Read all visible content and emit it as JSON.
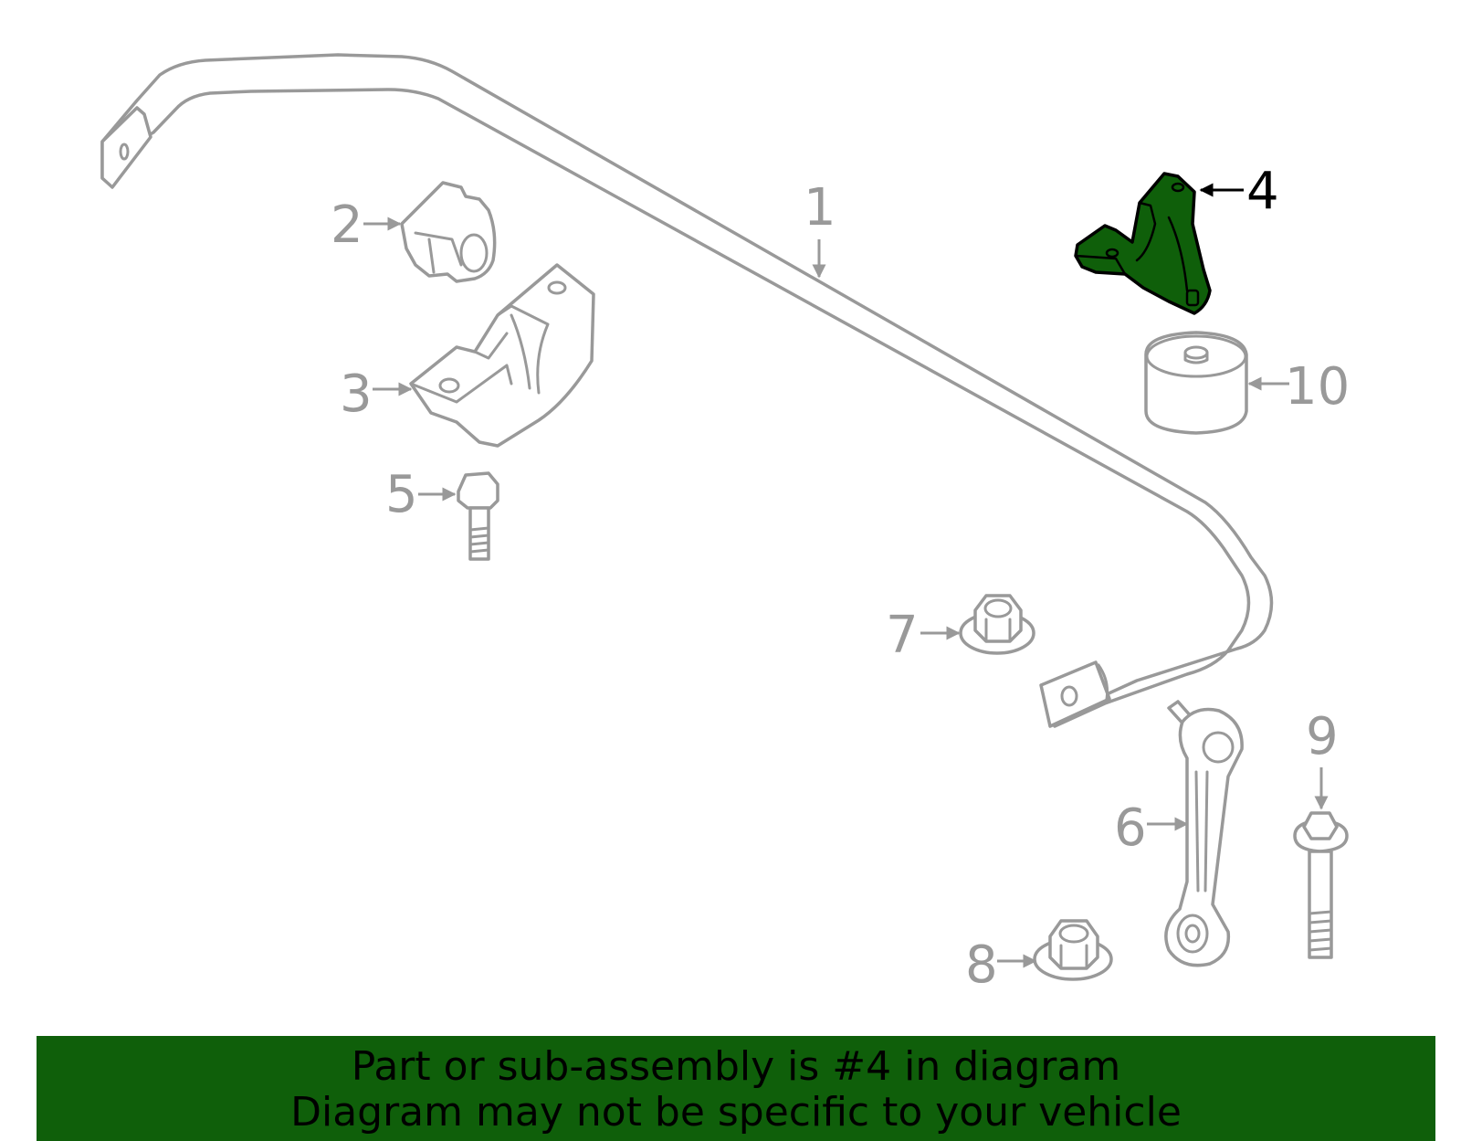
{
  "colors": {
    "highlight_fill": "#0f5f0a",
    "part_stroke": "#999999",
    "banner_background": "#0f5f0a",
    "banner_text": "#000000",
    "highlight_label": "#000000"
  },
  "highlighted_callout": "4",
  "callouts": [
    {
      "id": "1",
      "label": "1"
    },
    {
      "id": "2",
      "label": "2"
    },
    {
      "id": "3",
      "label": "3"
    },
    {
      "id": "4",
      "label": "4"
    },
    {
      "id": "5",
      "label": "5"
    },
    {
      "id": "6",
      "label": "6"
    },
    {
      "id": "7",
      "label": "7"
    },
    {
      "id": "8",
      "label": "8"
    },
    {
      "id": "9",
      "label": "9"
    },
    {
      "id": "10",
      "label": "10"
    }
  ],
  "banner": {
    "line1": "Part or sub-assembly is #4 in diagram",
    "line2": "Diagram may not be specific to your vehicle"
  }
}
